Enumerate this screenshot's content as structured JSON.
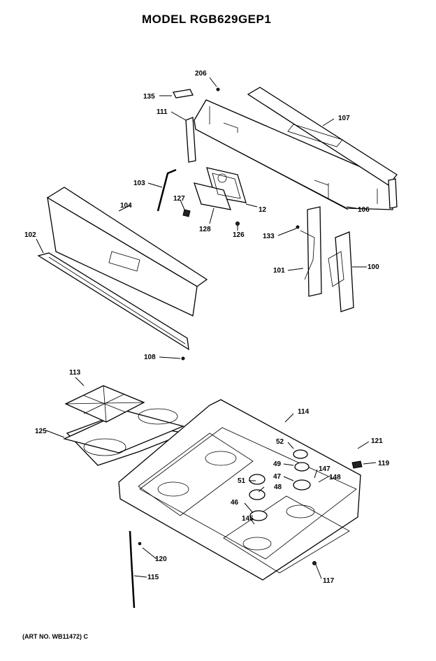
{
  "title": "MODEL RGB629GEP1",
  "art_number": "(ART NO. WB11472) C",
  "callouts": {
    "p206": "206",
    "p135": "135",
    "p111": "111",
    "p107": "107",
    "p103": "103",
    "p127": "127",
    "p12": "12",
    "p104": "104",
    "p106": "106",
    "p128": "128",
    "p126": "126",
    "p133": "133",
    "p102": "102",
    "p101": "101",
    "p100": "100",
    "p108": "108",
    "p113": "113",
    "p114": "114",
    "p125": "125",
    "p121": "121",
    "p52": "52",
    "p119": "119",
    "p49": "49",
    "p147": "147",
    "p51": "51",
    "p47": "47",
    "p148": "148",
    "p48": "48",
    "p46": "46",
    "p145": "145",
    "p120": "120",
    "p115": "115",
    "p117": "117"
  }
}
